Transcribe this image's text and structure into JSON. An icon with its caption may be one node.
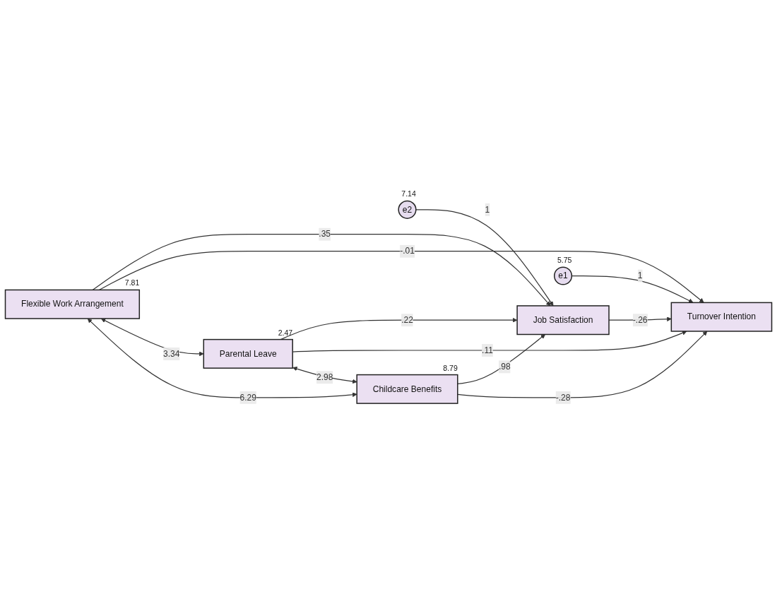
{
  "diagram": {
    "nodes": [
      {
        "text": [
          "e2"
        ],
        "beside": [
          "7.14"
        ]
      },
      {
        "text": [
          "Job Satisfaction"
        ]
      },
      {
        "text": [
          "Flexible Work Arrangement"
        ],
        "beside": [
          "7.81"
        ]
      },
      {
        "text": [
          "e1"
        ],
        "beside": [
          "5.75"
        ]
      },
      {
        "text": [
          "Parental Leave"
        ],
        "beside": [
          "2.47"
        ]
      },
      {
        "text": [
          "Turnover Intention"
        ]
      },
      {
        "text": [
          "Childcare Benefits"
        ],
        "beside": [
          "8.79"
        ]
      }
    ],
    "edges": [
      {
        "from": 0,
        "to": 1,
        "arrow": "to",
        "label": "1"
      },
      {
        "from": 2,
        "to": 1,
        "arrow": "to",
        "label": ".35"
      },
      {
        "from": 4,
        "to": 1,
        "arrow": "to",
        "label": ".22"
      },
      {
        "from": 6,
        "to": 1,
        "arrow": "to",
        "label": ".98"
      },
      {
        "from": 1,
        "to": 5,
        "arrow": "to",
        "label": "-.26"
      },
      {
        "from": 2,
        "to": 5,
        "arrow": "to",
        "label": "-.01"
      },
      {
        "from": 4,
        "to": 5,
        "arrow": "to",
        "label": ".11"
      },
      {
        "from": 6,
        "to": 5,
        "arrow": "to",
        "label": "-.28"
      },
      {
        "from": 3,
        "to": 5,
        "arrow": "to",
        "label": "1"
      },
      {
        "from": 2,
        "to": 4,
        "arrow": "both",
        "label": "3.34"
      },
      {
        "from": 4,
        "to": 6,
        "arrow": "both",
        "label": "2.98"
      },
      {
        "from": 2,
        "to": 6,
        "arrow": "both",
        "label": "6.29"
      }
    ]
  }
}
